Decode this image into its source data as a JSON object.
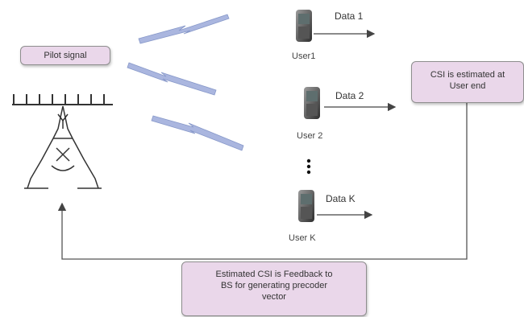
{
  "pilot_signal": "Pilot signal",
  "csi_estimated": {
    "line1": "CSI is estimated at",
    "line2": "User end"
  },
  "csi_feedback": {
    "line1": "Estimated CSI is Feedback to",
    "line2": "BS for generating precoder",
    "line3": "vector"
  },
  "users": [
    {
      "label": "User1",
      "data": "Data 1"
    },
    {
      "label": "User 2",
      "data": "Data 2"
    },
    {
      "label": "User K",
      "data": "Data K"
    }
  ],
  "colors": {
    "box_fill": "#ead7ea",
    "signal_blue": "#9aa9d6",
    "line": "#555555"
  }
}
